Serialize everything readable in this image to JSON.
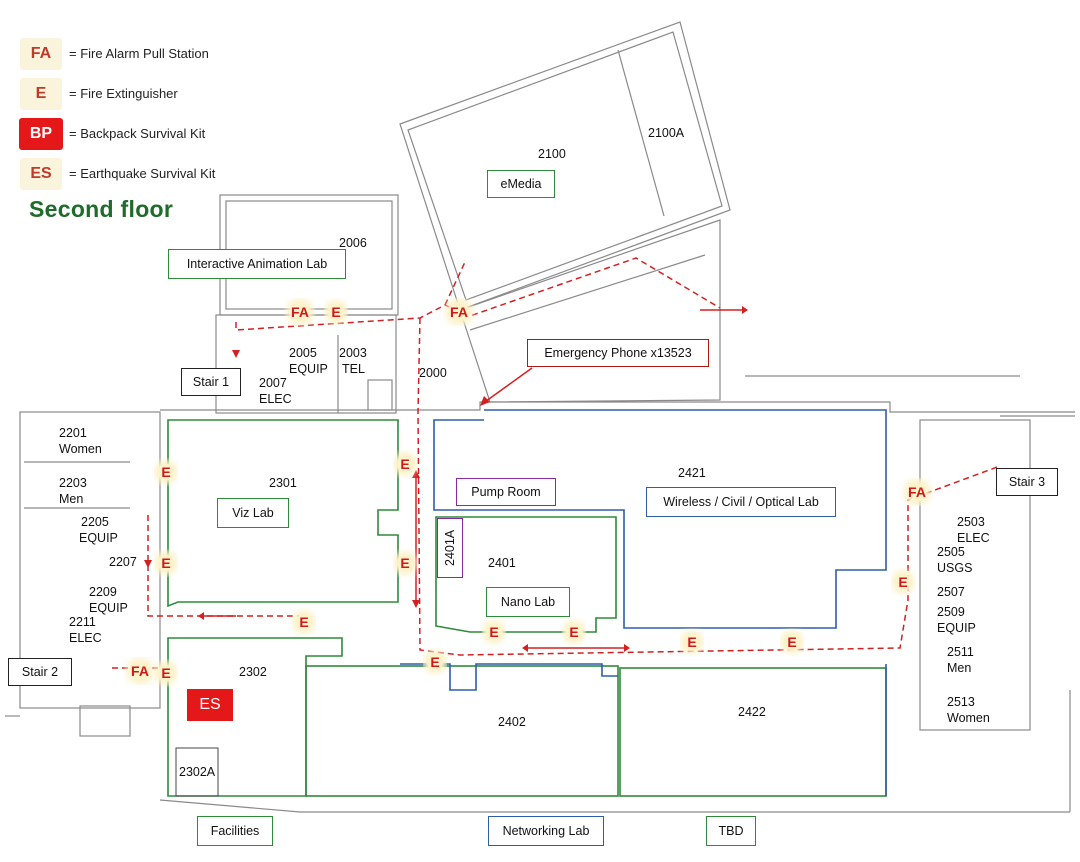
{
  "legend": [
    {
      "code": "FA",
      "text": "= Fire Alarm Pull Station"
    },
    {
      "code": "E",
      "text": "= Fire Extinguisher"
    },
    {
      "code": "BP",
      "text": "= Backpack Survival Kit"
    },
    {
      "code": "ES",
      "text": "= Earthquake Survival Kit"
    }
  ],
  "floor_title": "Second floor",
  "rooms": {
    "r2100": "2100",
    "r2100a": "2100A",
    "r2006": "2006",
    "r2005": "2005",
    "equip": "EQUIP",
    "r2003": "2003",
    "tel": "TEL",
    "r2007": "2007",
    "elec": "ELEC",
    "r2000": "2000",
    "r2201": "2201",
    "women": "Women",
    "r2203": "2203",
    "men": "Men",
    "r2205": "2205",
    "r2207": "2207",
    "r2209": "2209",
    "r2211": "2211",
    "r2301": "2301",
    "r2302": "2302",
    "r2302a": "2302A",
    "r2401": "2401",
    "r2421": "2421",
    "r2402": "2402",
    "r2422": "2422",
    "r2503": "2503",
    "r2505": "2505",
    "usgs": "USGS",
    "r2507": "2507",
    "r2509": "2509",
    "r2511": "2511",
    "r2513": "2513"
  },
  "labels": {
    "emedia": "eMedia",
    "animation_lab": "Interactive Animation Lab",
    "stair1": "Stair 1",
    "stair2": "Stair 2",
    "stair3": "Stair 3",
    "emergency_phone": "Emergency Phone x13523",
    "viz_lab": "Viz Lab",
    "pump_room": "Pump Room",
    "r2401a": "2401A",
    "nano_lab": "Nano Lab",
    "wireless_lab": "Wireless / Civil / Optical Lab",
    "facilities": "Facilities",
    "networking_lab": "Networking Lab",
    "tbd": "TBD",
    "es": "ES"
  },
  "markers": {
    "fa": "FA",
    "e": "E"
  },
  "colors": {
    "marker_red": "#cc1a1a",
    "lab_green": "#2e8b3a",
    "lab_blue": "#2e5ea8",
    "title_green": "#1e6b2a",
    "kit_red": "#e41818"
  }
}
